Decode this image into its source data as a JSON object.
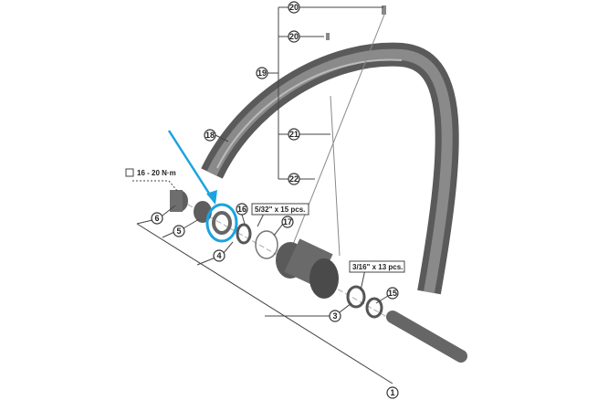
{
  "callouts": {
    "c20a": "20",
    "c20b": "20",
    "c19": "19",
    "c18": "18",
    "c21": "21",
    "c22": "22",
    "c16": "16",
    "c17": "17",
    "c6": "6",
    "c5": "5",
    "c4": "4",
    "c3": "3",
    "c15": "15",
    "c1": "1"
  },
  "labels": {
    "torque": "16 - 20 N·m",
    "steel_balls_front": "5/32\" x 15 pcs.",
    "steel_balls_rear": "3/16\" x 13 pcs."
  },
  "colors": {
    "highlight": "#1aa3e0",
    "part": "#6b6b6b"
  }
}
